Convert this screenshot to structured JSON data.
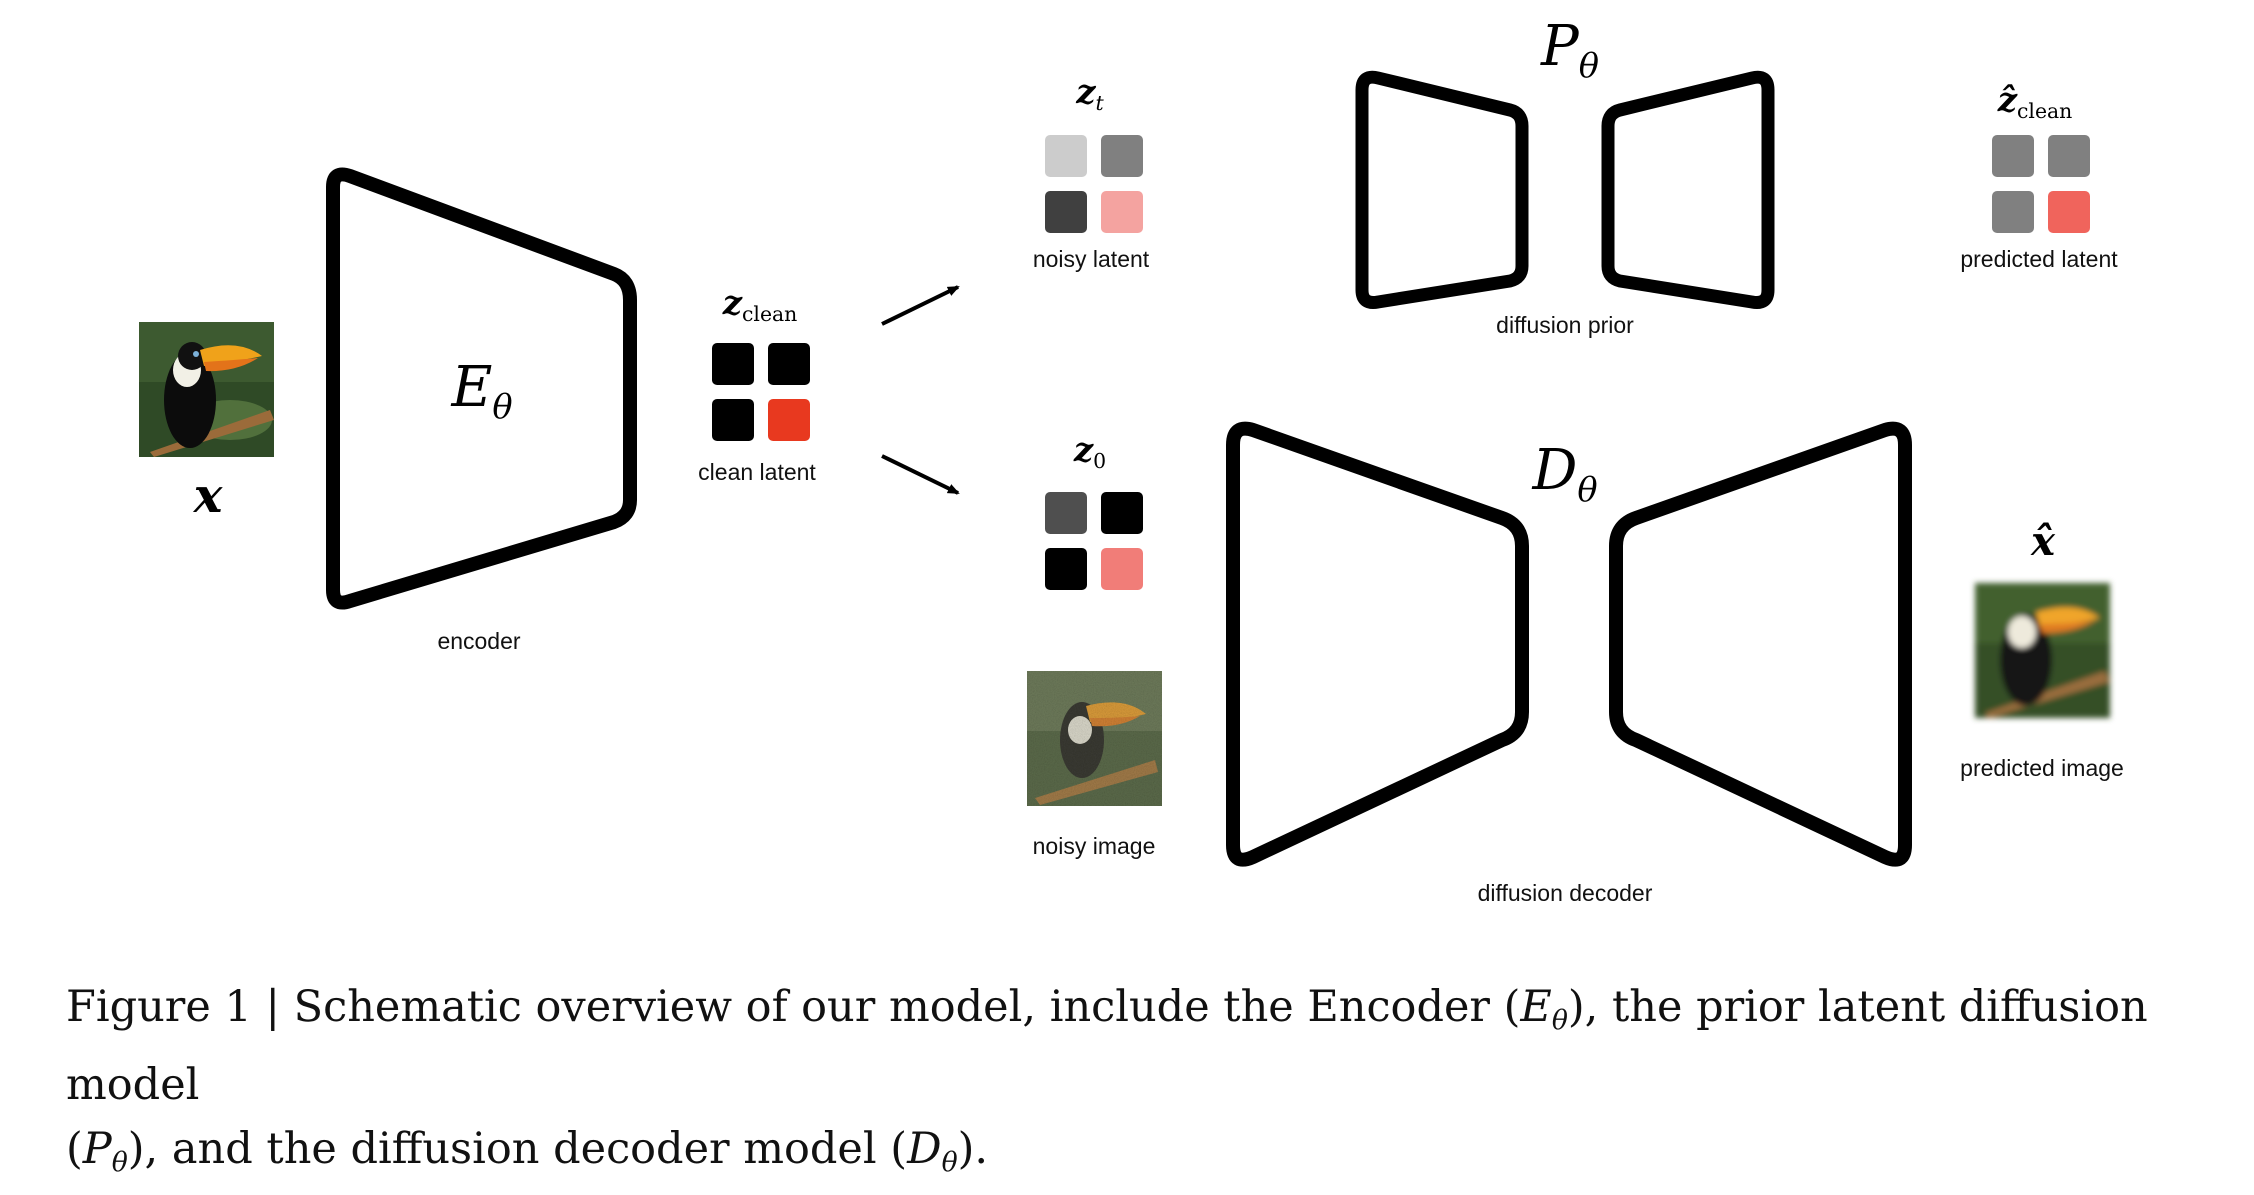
{
  "labels": {
    "encoder": "encoder",
    "clean_latent": "clean latent",
    "noisy_latent": "noisy latent",
    "diffusion_prior": "diffusion prior",
    "predicted_latent": "predicted latent",
    "noisy_image": "noisy image",
    "diffusion_decoder": "diffusion decoder",
    "predicted_image": "predicted image"
  },
  "symbols": {
    "x": "x",
    "x_hat": "x̂",
    "encoder": {
      "base": "E",
      "sub": "θ"
    },
    "prior": {
      "base": "P",
      "sub": "θ"
    },
    "decoder": {
      "base": "D",
      "sub": "θ"
    },
    "z_clean": {
      "base": "z",
      "sub": "clean"
    },
    "z_t": {
      "base": "z",
      "sub": "t"
    },
    "z_0": {
      "base": "z",
      "sub": "0"
    },
    "z_hat_clean": {
      "base": "ẑ",
      "sub": "clean"
    }
  },
  "latent_grids": {
    "clean": [
      "#000000",
      "#000000",
      "#000000",
      "#e8391f"
    ],
    "noisy_t": [
      "#cccccc",
      "#808080",
      "#404040",
      "#f4a3a0"
    ],
    "noisy_0": [
      "#4f4f4f",
      "#000000",
      "#000000",
      "#f17d78"
    ],
    "predicted": [
      "#808080",
      "#808080",
      "#808080",
      "#f0645c"
    ]
  },
  "caption": {
    "lead": "Figure 1 | Schematic overview of our model, include the Encoder (",
    "e_sym": "E",
    "e_sub": "θ",
    "mid1": "), the prior latent diffusion model",
    "open2": "(",
    "p_sym": "P",
    "p_sub": "θ",
    "mid2": "), and the diffusion decoder model (",
    "d_sym": "D",
    "d_sub": "θ",
    "end": ")."
  }
}
